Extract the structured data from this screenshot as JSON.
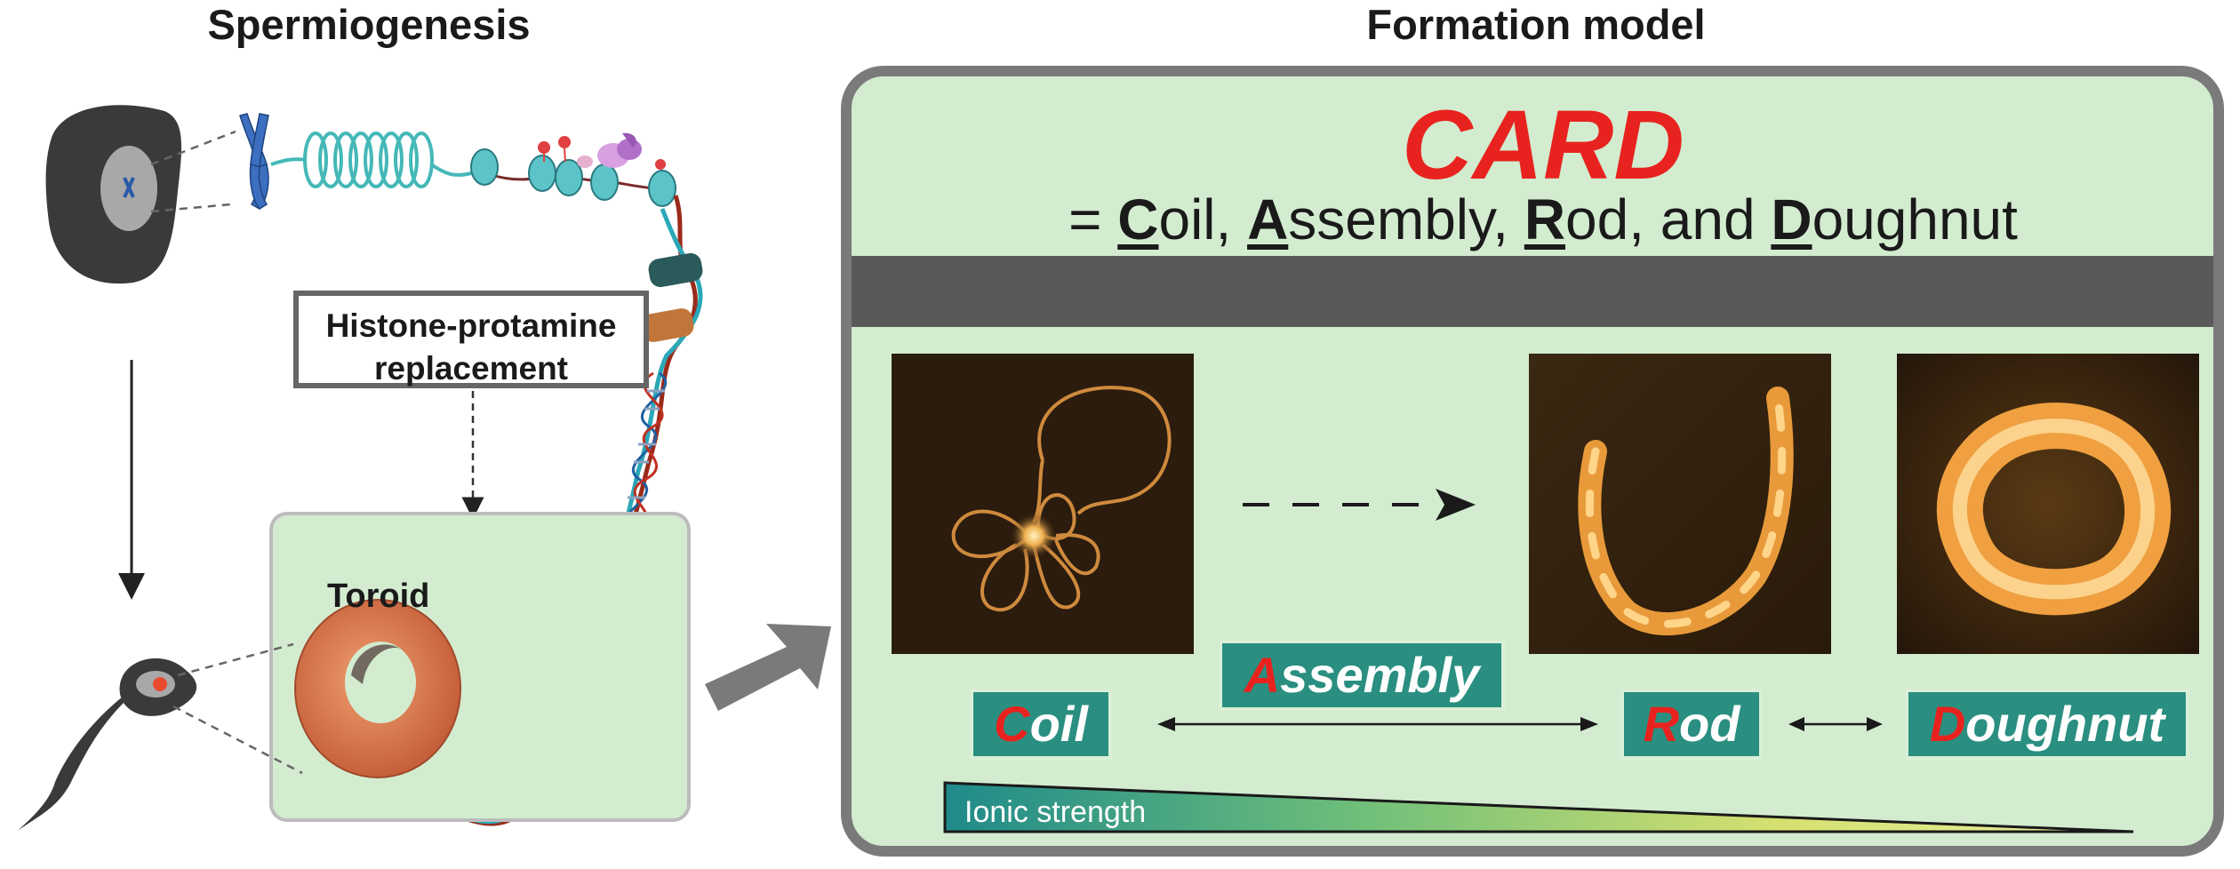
{
  "left": {
    "title": "Spermiogenesis",
    "replacement_label_line1": "Histone-protamine",
    "replacement_label_line2": "replacement",
    "toroid_label": "Toroid"
  },
  "right": {
    "title": "Formation model",
    "acronym": "CARD",
    "expansion": {
      "prefix": "= ",
      "c_letter": "C",
      "c_rest": "oil, ",
      "a_letter": "A",
      "a_rest": "ssembly, ",
      "r_letter": "R",
      "r_rest": "od, and ",
      "d_letter": "D",
      "d_rest": "oughnut"
    },
    "labels": {
      "coil": {
        "initial": "C",
        "rest": "oil"
      },
      "assembly": {
        "initial": "A",
        "rest": "ssembly"
      },
      "rod": {
        "initial": "R",
        "rest": "od"
      },
      "doughnut": {
        "initial": "D",
        "rest": "oughnut"
      }
    },
    "ionic_strength_label": "Ionic strength"
  },
  "colors": {
    "panel_fill": "#d3ecd0",
    "panel_border": "#7a7a7a",
    "dark_band": "#595959",
    "teal_label": "#2a8f80",
    "accent_red": "#e8231f",
    "toroid": "#d97a50"
  }
}
